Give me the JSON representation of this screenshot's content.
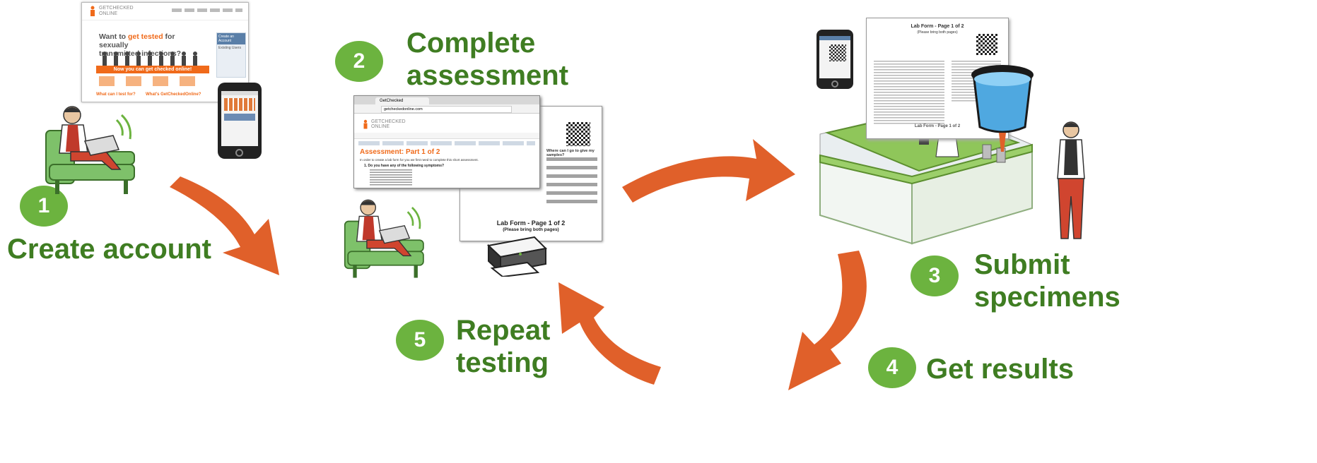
{
  "steps": [
    {
      "number": "1",
      "label_lines": [
        "Create account"
      ]
    },
    {
      "number": "2",
      "label_lines": [
        "Complete",
        "assessment"
      ]
    },
    {
      "number": "3",
      "label_lines": [
        "Submit",
        "specimens"
      ]
    },
    {
      "number": "4",
      "label_lines": [
        "Get results"
      ]
    },
    {
      "number": "5",
      "label_lines": [
        "Repeat",
        "testing"
      ]
    }
  ],
  "website": {
    "logo_top": "GETCHECKED",
    "logo_bottom": "ONLINE",
    "headline_1": "Want to ",
    "headline_em": "get tested",
    "headline_2": " for sexually",
    "headline_3": "transmitted infections?",
    "banner": "Now you can get checked online!",
    "sidebar_title": "Create an Account",
    "sidebar_sub": "Existing Users",
    "footer_left": "What can I test for?",
    "footer_right": "What's GetCheckedOnline?"
  },
  "assessment_page": {
    "tab_title": "GetChecked",
    "url": "getcheckedonline.com",
    "logo_top": "GETCHECKED",
    "logo_bottom": "ONLINE",
    "heading": "Assessment: Part 1 of 2",
    "intro": "In order to create a lab form for you we first need to complete this short assessment.",
    "question": "1. Do you have any of the following symptoms?"
  },
  "lab_form": {
    "title": "Lab Form - Page 1 of 2",
    "subtitle": "(Please bring both pages)",
    "side_heading": "Where can I go to give my samples?"
  },
  "colors": {
    "green_badge": "#6cb33f",
    "green_text": "#3f7d22",
    "arrow_orange": "#e0602a"
  }
}
